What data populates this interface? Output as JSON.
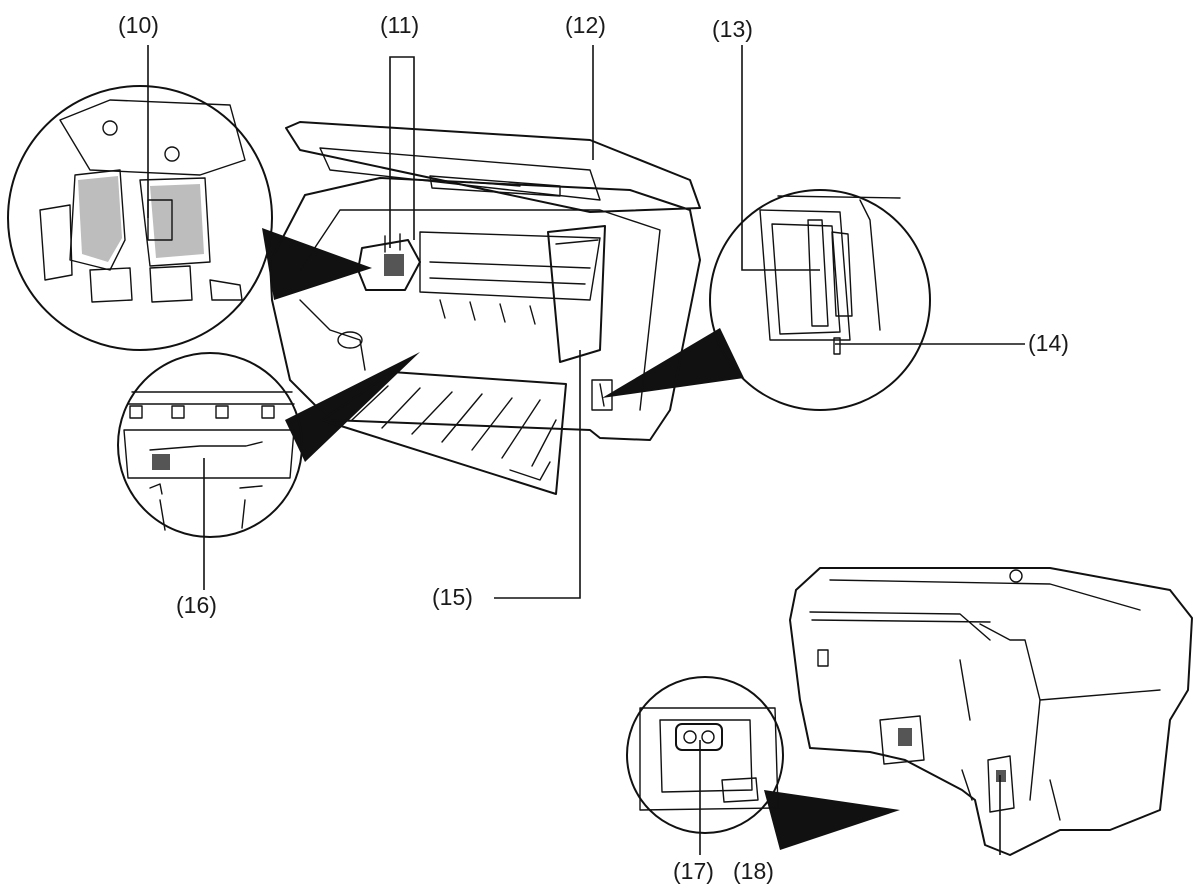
{
  "callouts": {
    "c10": "(10)",
    "c11": "(11)",
    "c12": "(12)",
    "c13": "(13)",
    "c14": "(14)",
    "c15": "(15)",
    "c16": "(16)",
    "c17": "(17)",
    "c18": "(18)"
  },
  "colors": {
    "line": "#111111",
    "shade": "#bdbdbd",
    "background": "#ffffff"
  }
}
